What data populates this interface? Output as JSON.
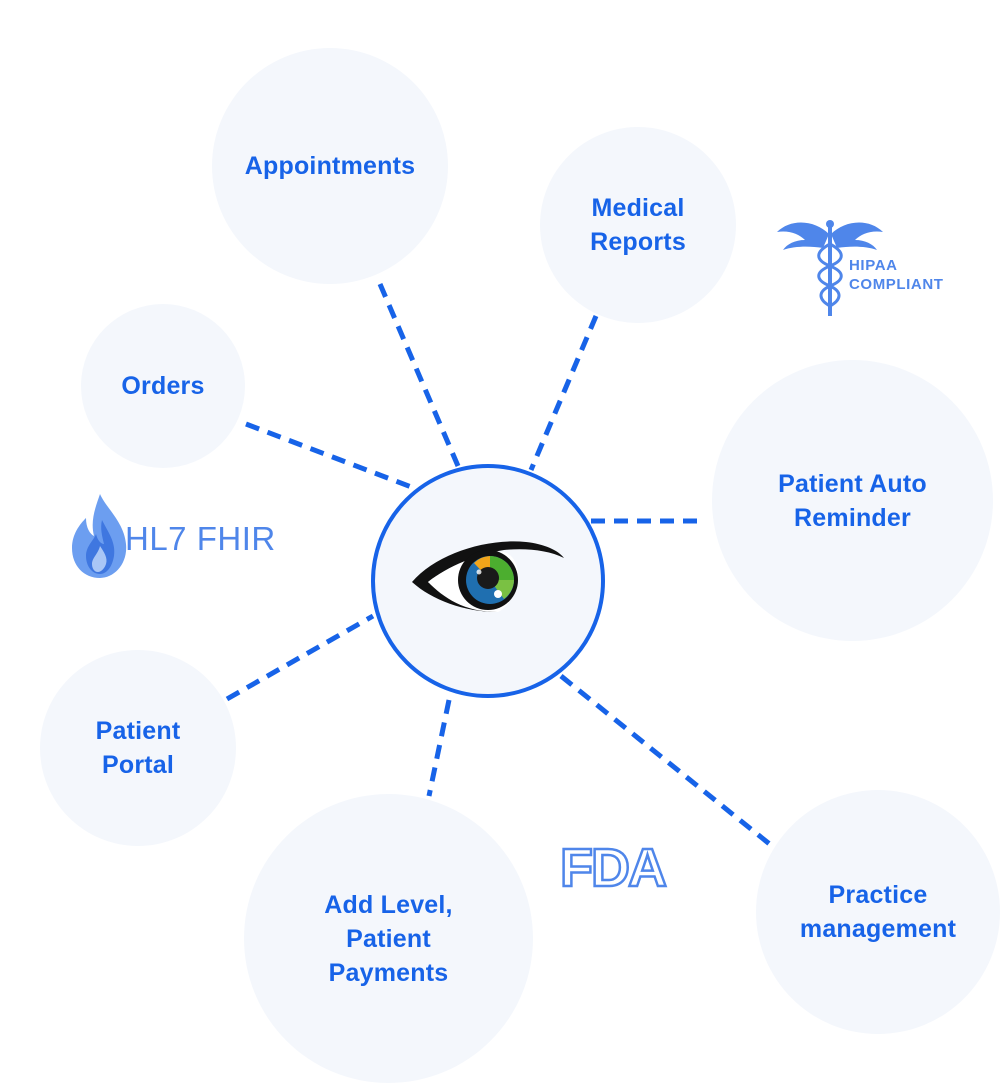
{
  "hub": {
    "icon": "eye-icon"
  },
  "nodes": {
    "appointments": "Appointments",
    "medical_reports": "Medical\nReports",
    "orders": "Orders",
    "patient_auto_reminder": "Patient Auto\nReminder",
    "patient_portal": "Patient\nPortal",
    "add_level_patient_payments": "Add Level,\nPatient\nPayments",
    "practice_management": "Practice\nmanagement"
  },
  "logos": {
    "hl7_fhir": "HL7 FHIR",
    "hipaa": "HIPAA\nCOMPLIANT",
    "fda": "FDA"
  },
  "colors": {
    "accent": "#1763e8",
    "bubble_bg": "#f4f7fc",
    "logo_blue": "#4f86ea"
  }
}
